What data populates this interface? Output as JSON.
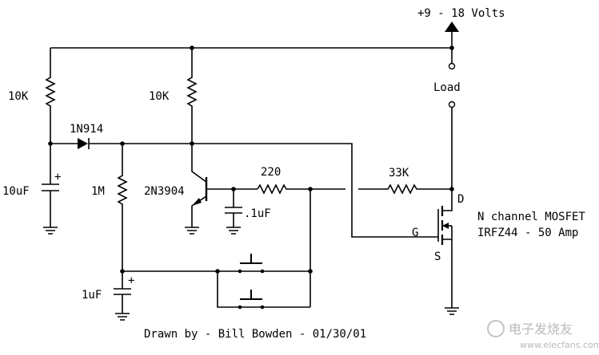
{
  "supply": "+9 - 18  Volts",
  "load": "Load",
  "components": {
    "r_top_left": "10K",
    "r_top_mid": "10K",
    "diode": "1N914",
    "cap_10uf": "10uF",
    "r_1m": "1M",
    "transistor": "2N3904",
    "r_220": "220",
    "cap_01uf": ".1uF",
    "r_33k": "33K",
    "cap_1uf": "1uF",
    "plus_10uf": "+",
    "plus_1uf": "+"
  },
  "mosfet": {
    "drain": "D",
    "gate": "G",
    "source": "S",
    "type_line": "N channel MOSFET",
    "part_line": "IRFZ44 - 50 Amp"
  },
  "credit": "Drawn by - Bill Bowden - 01/30/01",
  "watermark": {
    "brand": "电子发烧友",
    "url": "www.elecfans.com"
  }
}
